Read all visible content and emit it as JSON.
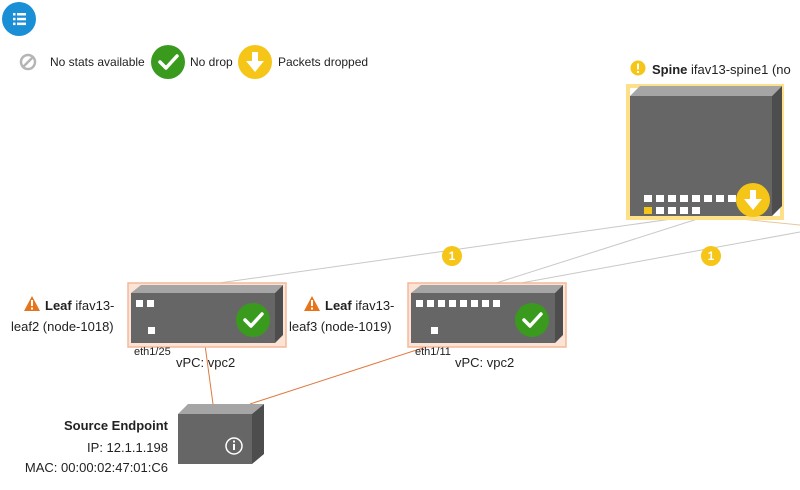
{
  "legend": {
    "no_stats": "No stats available",
    "no_drop": "No drop",
    "packets_dropped": "Packets dropped"
  },
  "spine": {
    "role": "Spine",
    "name": "ifav13-spine1 (no",
    "status": "packets-dropped"
  },
  "leaf2": {
    "role": "Leaf",
    "name_line1": "ifav13-",
    "name_line2": "leaf2 (node-1018)",
    "port": "eth1/25",
    "vpc": "vPC: vpc2",
    "status": "no-drop"
  },
  "leaf3": {
    "role": "Leaf",
    "name_line1": "ifav13-",
    "name_line2": "leaf3 (node-1019)",
    "port": "eth1/11",
    "vpc": "vPC: vpc2",
    "status": "no-drop"
  },
  "link_badges": [
    "1",
    "1"
  ],
  "source_endpoint": {
    "title": "Source Endpoint",
    "ip": "IP: 12.1.1.198",
    "mac": "MAC: 00:00:02:47:01:C6"
  },
  "colors": {
    "accent": "#1a8fd6",
    "no_drop": "#3a9a1e",
    "dropped": "#f5c518",
    "warning": "#e8741a",
    "device": "#666666",
    "link": "#c8c8c8",
    "path": "#e07a3f"
  }
}
